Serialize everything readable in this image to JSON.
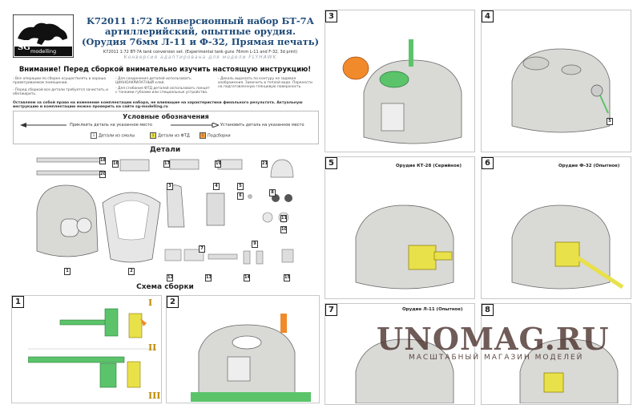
{
  "header": {
    "logo_text": "SG",
    "logo_sub": "modelling",
    "title_lines": [
      "K72011 1:72 Конверсионный набор БТ-7А",
      "артиллерийский, опытные орудия.",
      "(Орудия 76мм Л-11 и Ф-32, Прямая печать)"
    ],
    "subline_en": "K72011 1:72 BT-7A tank conversion set. (Experimental tank guns 76mm L-11 and F-32, 3d print)",
    "subline_adapt": "Конверсия адаптирована для модели FLYHAWK"
  },
  "warning": "Внимание! Перед сборкой внимательно изучить настоящую инструкцию!",
  "rules": [
    "- Все операции по сборке осуществлять в хорошо проветриваемом помещении.",
    "- Перед сборкой все детали требуется зачистить и обезжирить.",
    "- Для соединения деталей использовать ЦИАНОАКРИЛАТНЫЙ клей.",
    "- Для сгибания ФТД деталей использовать пинцет с тонкими губками или специальные устройства.",
    "- Деколь вырезать по контуру не задевая изображения. Замочить в теплой воде. Перенести на подготовленную глянцевую поверхность."
  ],
  "bottom_note": "Оставляем за собой право на изменение комплектации набора, не влияющие на характеристики финального результата. Актуальную инструкцию и комплектацию можно проверить на сайте sg-modelling.ru",
  "legend": {
    "title": "Условные обозначения",
    "arrow_left": "Приклеить деталь на указанное место",
    "arrow_right": "Установить деталь на указанное место",
    "items": [
      "Детали из смолы",
      "Детали из ФТД",
      "Подсборки"
    ],
    "markers": [
      "1",
      "1",
      "1"
    ]
  },
  "parts": {
    "title": "Детали",
    "labels": [
      "18",
      "20",
      "16",
      "17",
      "19",
      "21",
      "1",
      "2",
      "3",
      "4",
      "5",
      "6",
      "7",
      "8",
      "9",
      "10",
      "11",
      "12",
      "13",
      "14",
      "15"
    ]
  },
  "assembly": {
    "title": "Схема сборки",
    "romans": [
      "I",
      "II",
      "III"
    ]
  },
  "steps": [
    {
      "num": "1",
      "caption": ""
    },
    {
      "num": "2",
      "caption": ""
    },
    {
      "num": "3",
      "caption": ""
    },
    {
      "num": "4",
      "caption": ""
    },
    {
      "num": "5",
      "caption": "Орудие КТ-28 (Серийное)"
    },
    {
      "num": "6",
      "caption": "Орудие Ф-32 (Опытное)"
    },
    {
      "num": "7",
      "caption": "Орудие Л-11 (Опытное)"
    },
    {
      "num": "8",
      "caption": ""
    }
  ],
  "watermark": {
    "main": "UNOMAG.RU",
    "sub": "МАСШТАБНЫЙ МАГАЗИН МОДЕЛЕЙ"
  },
  "colors": {
    "title": "#1f4a78",
    "resin": "#d8d8d4",
    "pe": "#e8e14a",
    "green": "#5bc46a",
    "orange": "#f08a2a"
  }
}
